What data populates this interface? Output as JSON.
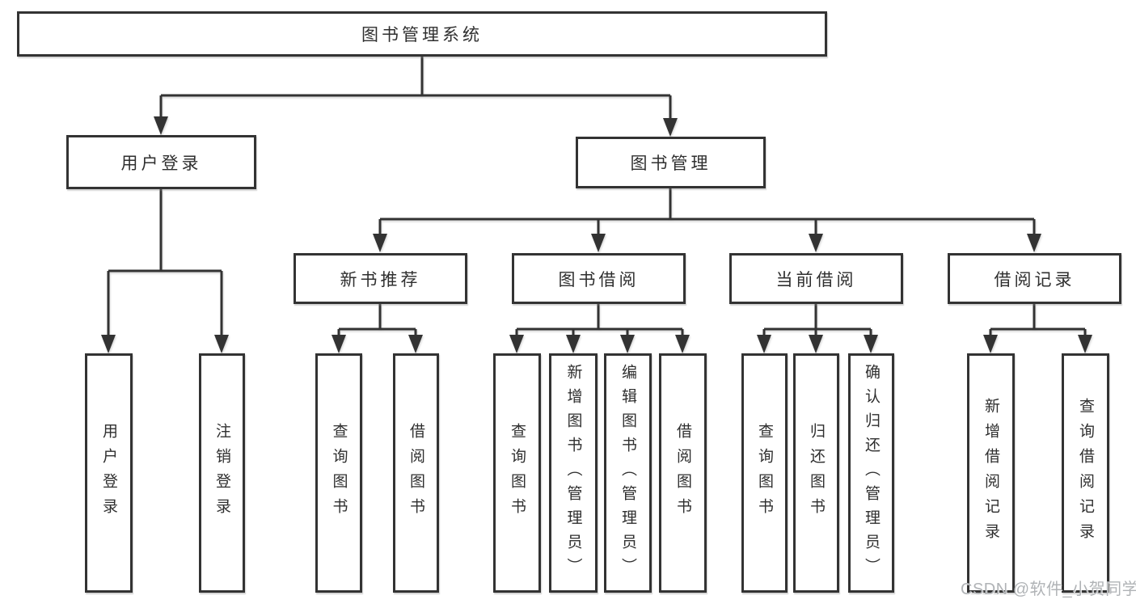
{
  "diagram": {
    "watermark": "CSDN @软件_小贺同学",
    "colors": {
      "line": "#333333",
      "border": "#333333",
      "text": "#2f2f2f",
      "watermark": "#b0b3b6",
      "background": "#ffffff"
    },
    "tree": {
      "label": "图书管理系统",
      "children": [
        {
          "label": "用户登录",
          "children": [
            {
              "label": "用户登录"
            },
            {
              "label": "注销登录"
            }
          ]
        },
        {
          "label": "图书管理",
          "children": [
            {
              "label": "新书推荐",
              "children": [
                {
                  "label": "查询图书"
                },
                {
                  "label": "借阅图书"
                }
              ]
            },
            {
              "label": "图书借阅",
              "children": [
                {
                  "label": "查询图书"
                },
                {
                  "label": "新增图书（管理员）"
                },
                {
                  "label": "编辑图书（管理员）"
                },
                {
                  "label": "借阅图书"
                }
              ]
            },
            {
              "label": "当前借阅",
              "children": [
                {
                  "label": "查询图书"
                },
                {
                  "label": "归还图书"
                },
                {
                  "label": "确认归还（管理员）"
                }
              ]
            },
            {
              "label": "借阅记录",
              "children": [
                {
                  "label": "新增借阅记录"
                },
                {
                  "label": "查询借阅记录"
                }
              ]
            }
          ]
        }
      ]
    }
  }
}
